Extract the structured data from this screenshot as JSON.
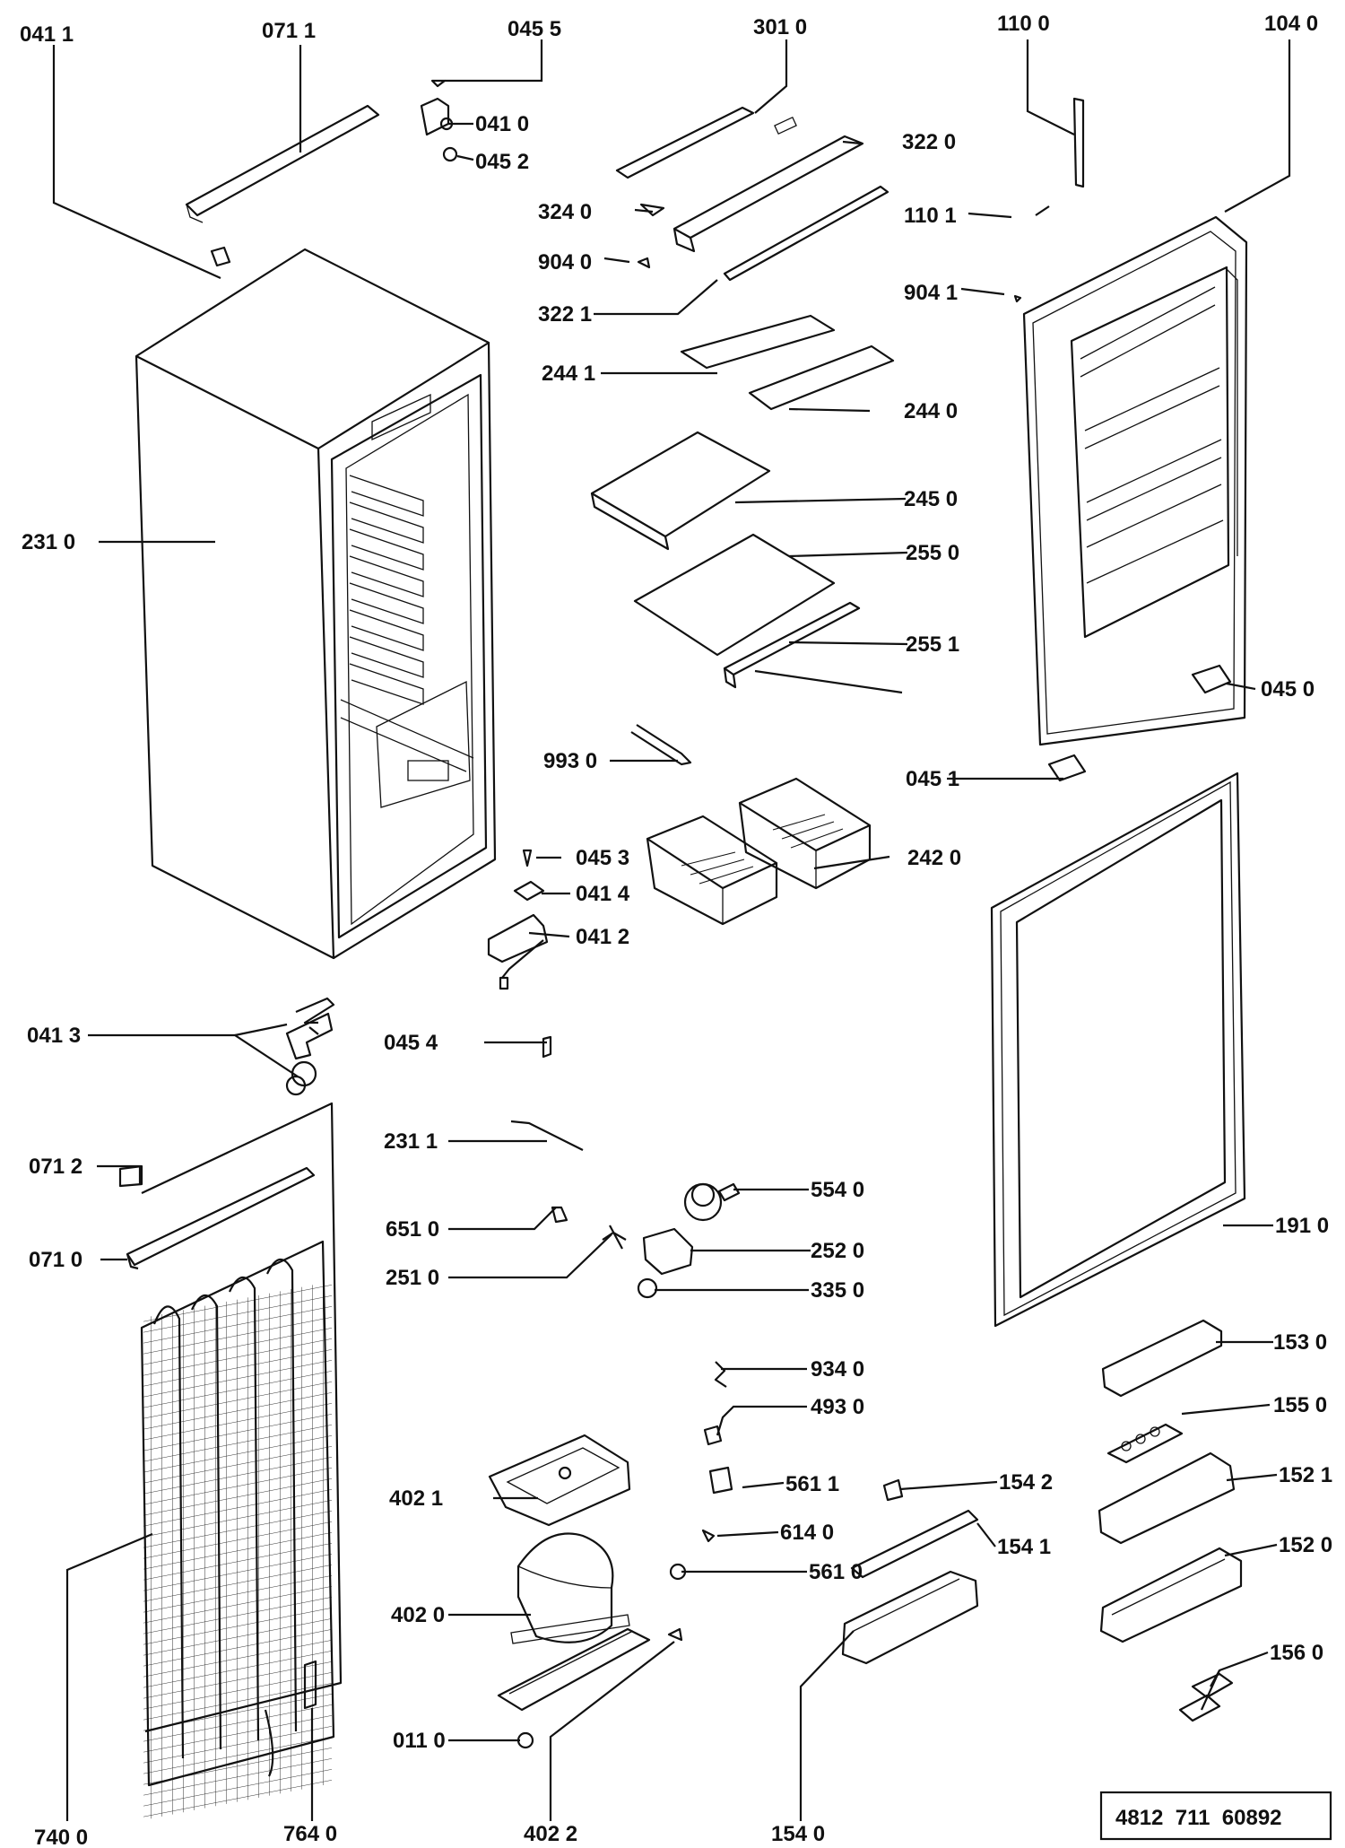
{
  "labels": [
    {
      "id": "p0411",
      "text": "041 1"
    },
    {
      "id": "p0711",
      "text": "071 1"
    },
    {
      "id": "p0455",
      "text": "045 5"
    },
    {
      "id": "p3010",
      "text": "301 0"
    },
    {
      "id": "p1100",
      "text": "110 0"
    },
    {
      "id": "p1040",
      "text": "104 0"
    },
    {
      "id": "p0410",
      "text": "041 0"
    },
    {
      "id": "p3220",
      "text": "322 0"
    },
    {
      "id": "p0452",
      "text": "045 2"
    },
    {
      "id": "p3240",
      "text": "324 0"
    },
    {
      "id": "p1101",
      "text": "110 1"
    },
    {
      "id": "p9040",
      "text": "904 0"
    },
    {
      "id": "p9041",
      "text": "904 1"
    },
    {
      "id": "p3221",
      "text": "322 1"
    },
    {
      "id": "p2441",
      "text": "244 1"
    },
    {
      "id": "p2440",
      "text": "244 0"
    },
    {
      "id": "p2310",
      "text": "231 0"
    },
    {
      "id": "p2450",
      "text": "245 0"
    },
    {
      "id": "p2550",
      "text": "255 0"
    },
    {
      "id": "p2551",
      "text": "255 1"
    },
    {
      "id": "p0450",
      "text": "045 0"
    },
    {
      "id": "p9930",
      "text": "993 0"
    },
    {
      "id": "p0451",
      "text": "045 1"
    },
    {
      "id": "p0453",
      "text": "045 3"
    },
    {
      "id": "p2420",
      "text": "242 0"
    },
    {
      "id": "p0414",
      "text": "041 4"
    },
    {
      "id": "p0412",
      "text": "041 2"
    },
    {
      "id": "p0413",
      "text": "041 3"
    },
    {
      "id": "p0454",
      "text": "045 4"
    },
    {
      "id": "p2311",
      "text": "231 1"
    },
    {
      "id": "p0712",
      "text": "071 2"
    },
    {
      "id": "p5540",
      "text": "554 0"
    },
    {
      "id": "p6510",
      "text": "651 0"
    },
    {
      "id": "p1910",
      "text": "191 0"
    },
    {
      "id": "p0710",
      "text": "071 0"
    },
    {
      "id": "p2520",
      "text": "252 0"
    },
    {
      "id": "p2510",
      "text": "251 0"
    },
    {
      "id": "p3350",
      "text": "335 0"
    },
    {
      "id": "p1530",
      "text": "153 0"
    },
    {
      "id": "p9340",
      "text": "934 0"
    },
    {
      "id": "p4930",
      "text": "493 0"
    },
    {
      "id": "p1550",
      "text": "155 0"
    },
    {
      "id": "p4021",
      "text": "402 1"
    },
    {
      "id": "p5611",
      "text": "561 1"
    },
    {
      "id": "p1542",
      "text": "154 2"
    },
    {
      "id": "p1521",
      "text": "152 1"
    },
    {
      "id": "p6140",
      "text": "614 0"
    },
    {
      "id": "p1541",
      "text": "154 1"
    },
    {
      "id": "p1520",
      "text": "152 0"
    },
    {
      "id": "p4020",
      "text": "402 0"
    },
    {
      "id": "p5610",
      "text": "561 0"
    },
    {
      "id": "p1560",
      "text": "156 0"
    },
    {
      "id": "p0110",
      "text": "011 0"
    },
    {
      "id": "p7400",
      "text": "740 0"
    },
    {
      "id": "p7640",
      "text": "764 0"
    },
    {
      "id": "p4022",
      "text": "402 2"
    },
    {
      "id": "p1540",
      "text": "154 0"
    }
  ],
  "reference": {
    "code": "4812  711  60892"
  }
}
